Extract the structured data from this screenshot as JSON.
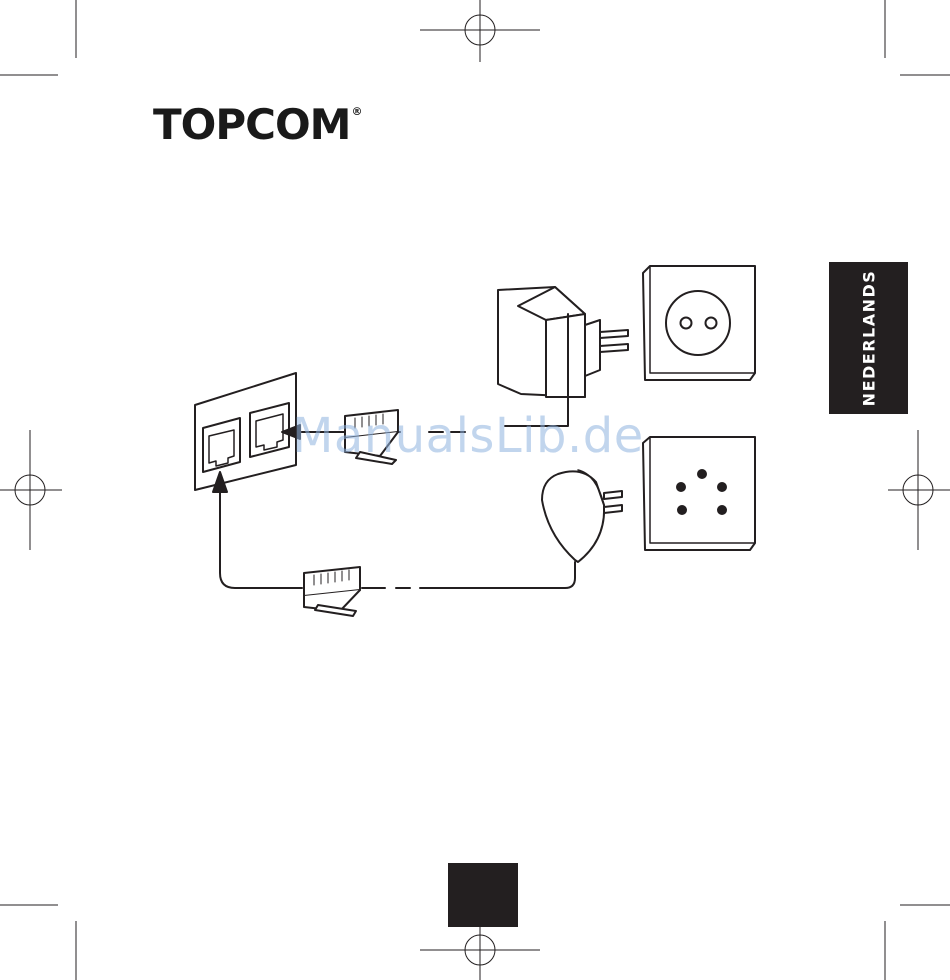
{
  "brand": {
    "name": "TOPCOM",
    "registered_mark": "®"
  },
  "side_tab": {
    "language": "NEDERLANDS"
  },
  "watermark": {
    "text": "ManualsLib.de"
  },
  "colors": {
    "ink": "#231f20",
    "watermark": "#8fb3e0",
    "paper": "#ffffff"
  }
}
